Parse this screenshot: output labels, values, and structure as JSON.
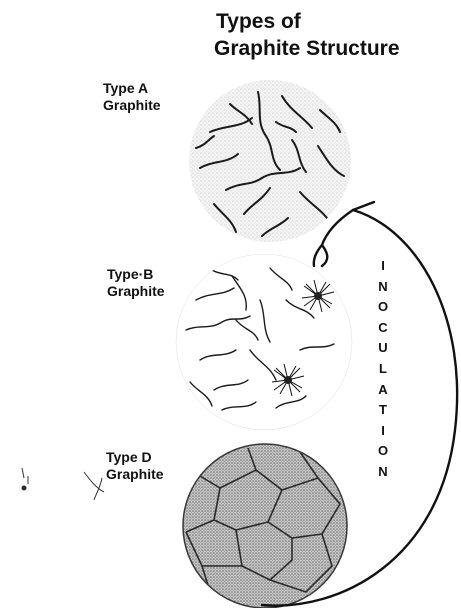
{
  "title": {
    "line1": "Types of",
    "line2": "Graphite Structure"
  },
  "samples": [
    {
      "line1": "Type A",
      "line2": "Graphite",
      "icon": "type-a-graphite-micrograph"
    },
    {
      "line1": "Type·B",
      "line2": "Graphite",
      "icon": "type-b-graphite-micrograph"
    },
    {
      "line1": "Type D",
      "line2": "Graphite",
      "icon": "type-d-graphite-micrograph"
    }
  ],
  "arrow": {
    "letters": [
      "I",
      "N",
      "O",
      "C",
      "U",
      "L",
      "A",
      "T",
      "I",
      "O",
      "N"
    ],
    "icon": "curved-arrow-icon"
  }
}
